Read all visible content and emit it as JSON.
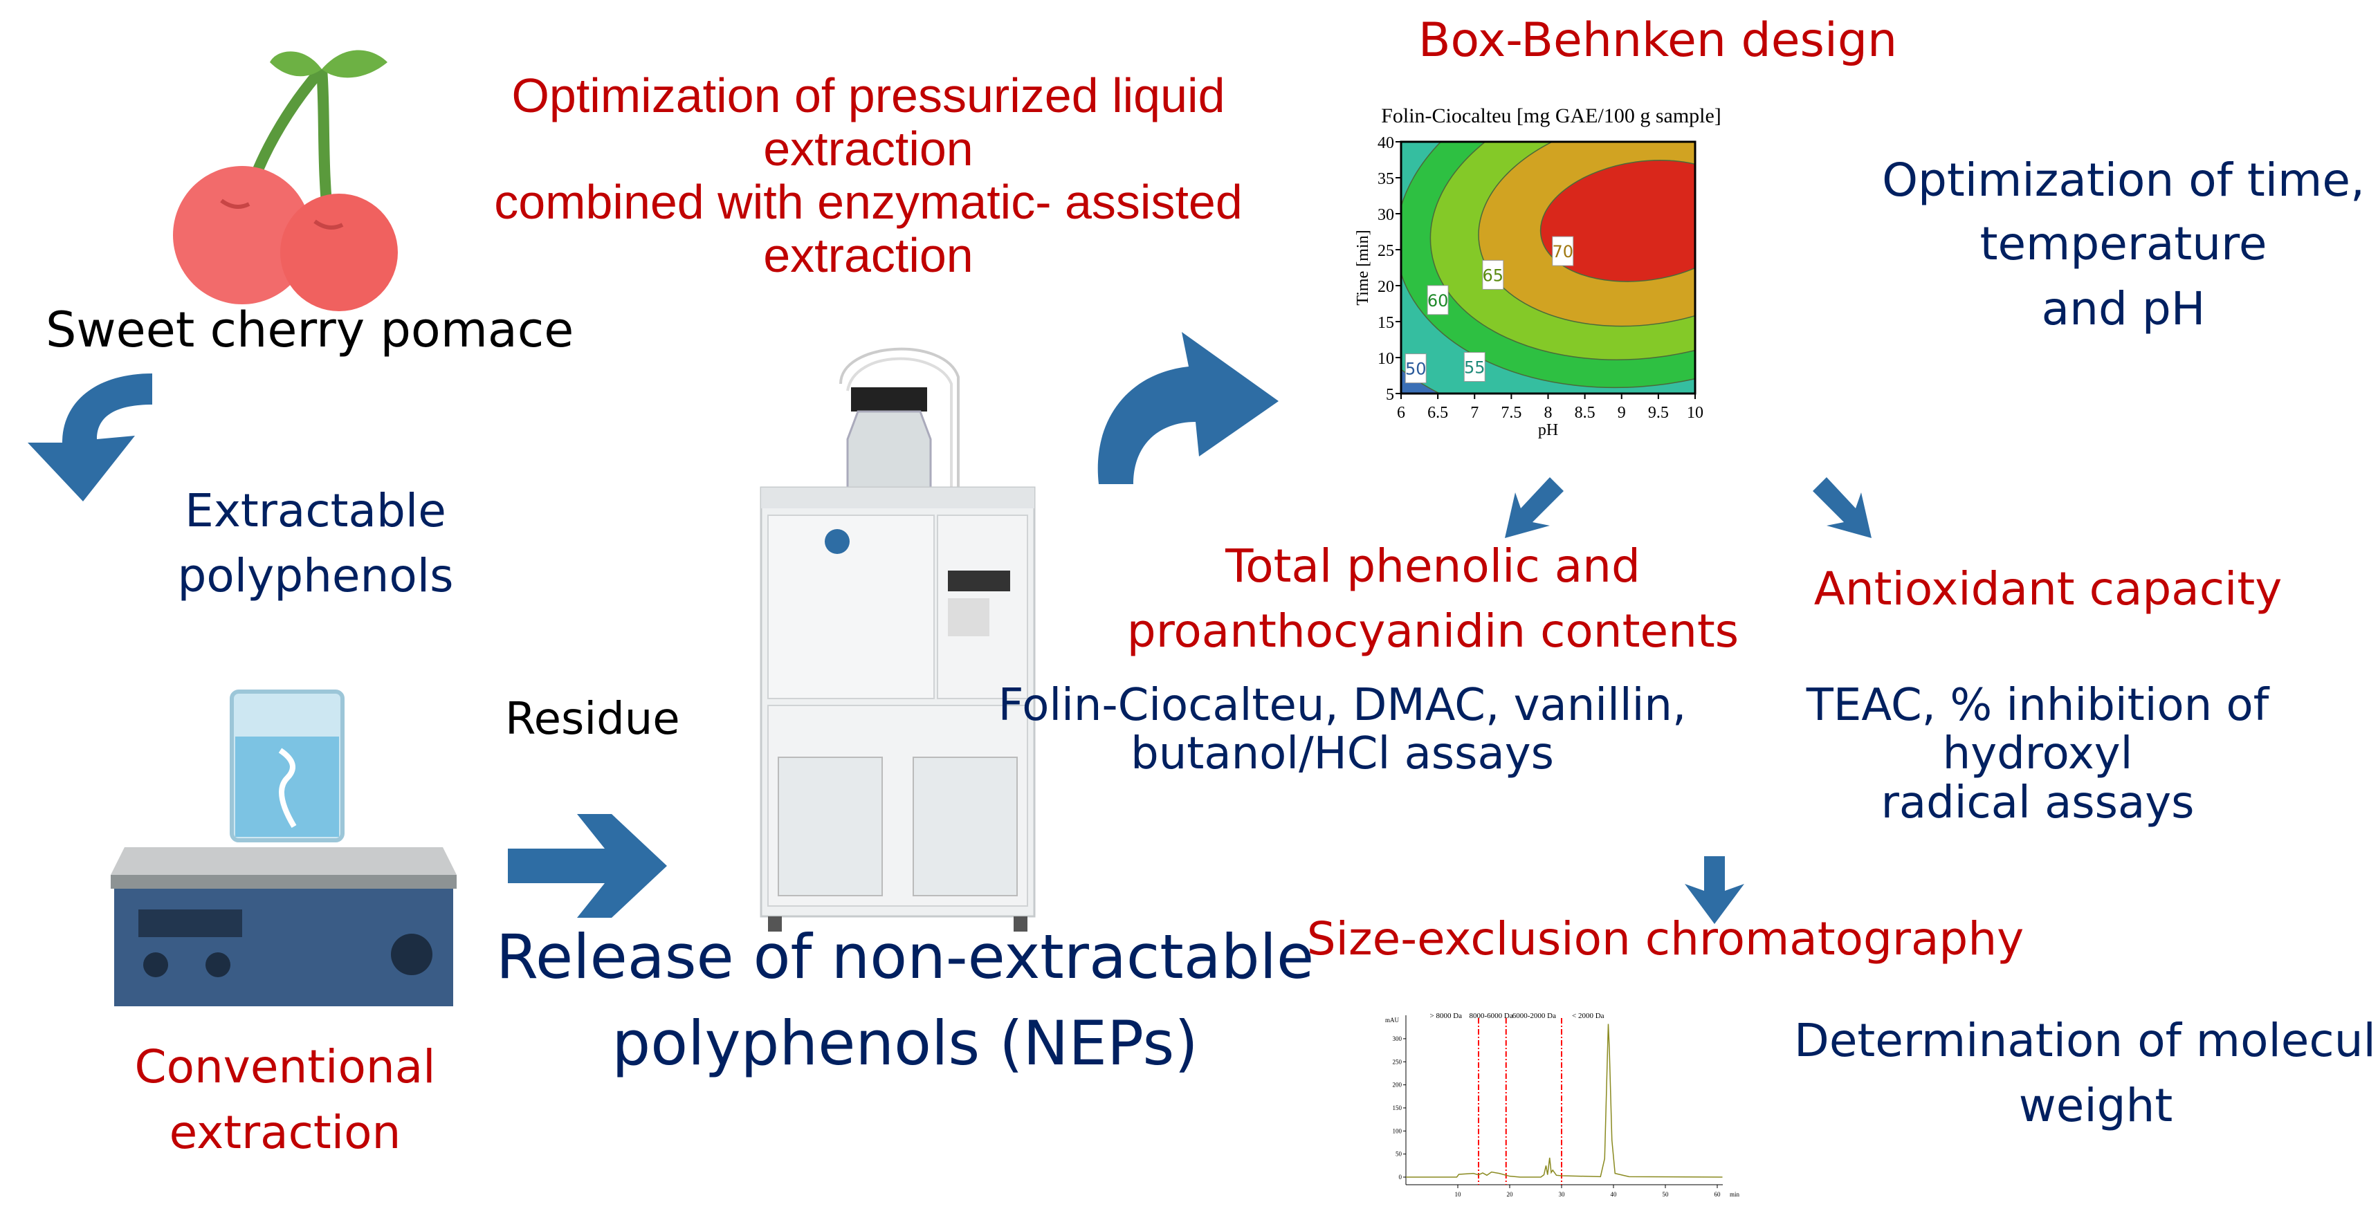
{
  "labels": {
    "sweet_cherry": "Sweet cherry pomace",
    "extractable_1": "Extractable",
    "extractable_2": "polyphenols",
    "conventional_1": "Conventional",
    "conventional_2": "extraction",
    "residue": "Residue",
    "release_1": "Release of non-extractable",
    "release_2": "polyphenols (NEPs)",
    "optimization_ple_1": "Optimization of pressurized liquid extraction",
    "optimization_ple_2": "combined with enzymatic- assisted extraction",
    "box_behnken": "Box-Behnken design",
    "opt_time_1": "Optimization of time,",
    "opt_time_2": "temperature",
    "opt_time_3": "and pH",
    "total_phenolic_1": "Total phenolic and",
    "total_phenolic_2": "proanthocyanidin contents",
    "antioxidant": "Antioxidant capacity",
    "assays_1_1": "Folin-Ciocalteu, DMAC, vanillin,",
    "assays_1_2": "butanol/HCl assays",
    "assays_2_1": "TEAC, % inhibition of hydroxyl",
    "assays_2_2": "radical assays",
    "sec": "Size-exclusion chromatography",
    "mw_1": "Determination of molecula",
    "mw_2": "weight"
  },
  "colors": {
    "red_text": "#C00000",
    "navy_text": "#002060",
    "arrow": "#2E6DA4"
  },
  "chart_data": [
    {
      "type": "contour",
      "title": "Folin-Ciocalteu [mg GAE/100 g sample]",
      "xlabel": "pH",
      "ylabel": "Time [min]",
      "xlim": [
        6,
        10
      ],
      "ylim": [
        5,
        40
      ],
      "xticks": [
        "6",
        "6.5",
        "7",
        "7.5",
        "8",
        "8.5",
        "9",
        "9.5",
        "10"
      ],
      "yticks": [
        "5",
        "10",
        "15",
        "20",
        "25",
        "30",
        "35",
        "40"
      ],
      "contour_labels": [
        "50",
        "55",
        "60",
        "65",
        "70"
      ],
      "level_colors": [
        "#3B6FB6",
        "#35BEA0",
        "#2EC042",
        "#84C928",
        "#D1A322",
        "#D9271B"
      ],
      "maximum_region": {
        "pH": 9.3,
        "time": 29
      }
    },
    {
      "type": "line",
      "ylabel": "mAU",
      "xlabel": "min",
      "xlim": [
        0,
        61
      ],
      "ylim": [
        -15,
        340
      ],
      "xticks": [
        "10",
        "20",
        "30",
        "40",
        "50",
        "60"
      ],
      "yticks": [
        "0",
        "50",
        "100",
        "150",
        "200",
        "250",
        "300"
      ],
      "region_labels": [
        "> 8000 Da",
        "8000-6000 Da",
        "6000-2000 Da",
        "< 2000 Da"
      ],
      "dividers_min": [
        14,
        19.3,
        30
      ],
      "series": [
        {
          "x": [
            0,
            9.8,
            10.2,
            13,
            14,
            14.8,
            15.6,
            16.5,
            18,
            20,
            22,
            26,
            26.6,
            27,
            27.3,
            27.7,
            28,
            28.3,
            29,
            30,
            37.5,
            38.3,
            38.8,
            39,
            39.2,
            39.7,
            40.3,
            43,
            61
          ],
          "y": [
            0,
            0,
            6,
            8,
            5,
            9,
            4,
            11,
            8,
            2,
            0,
            0,
            5,
            25,
            5,
            42,
            10,
            15,
            4,
            3,
            1,
            40,
            250,
            332,
            280,
            80,
            8,
            1,
            0
          ]
        }
      ]
    }
  ]
}
